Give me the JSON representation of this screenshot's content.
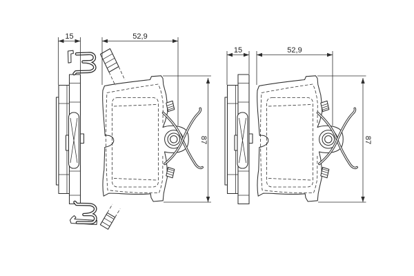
{
  "drawing": {
    "background_color": "#ffffff",
    "line_color": "#2e2e2e",
    "views": [
      {
        "label": "pad-with-accessories",
        "dimensions": {
          "thickness": "15",
          "width": "52,9",
          "height": "87"
        }
      },
      {
        "label": "pad-plain",
        "dimensions": {
          "thickness": "15",
          "width": "52,9",
          "height": "87"
        }
      }
    ]
  }
}
